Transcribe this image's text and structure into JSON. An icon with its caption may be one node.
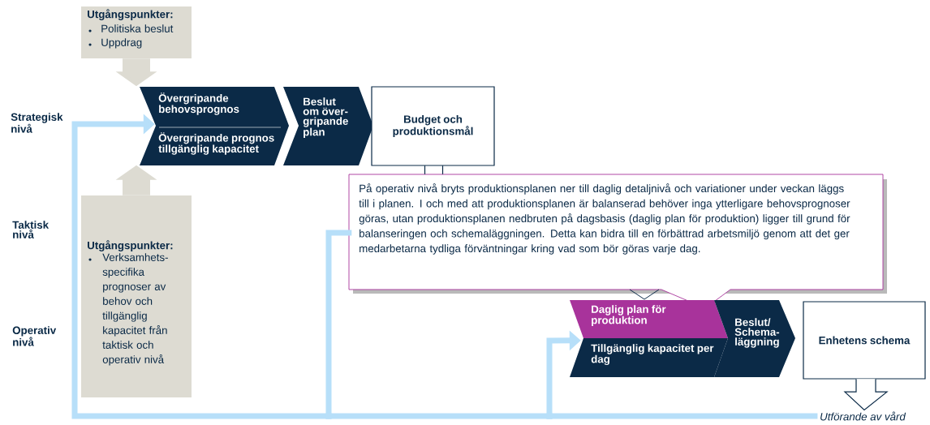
{
  "diagram": {
    "nodes": [
      {
        "text": [
          "Utgångspunkter:",
          "Politiska beslut",
          "Uppdrag"
        ]
      },
      {
        "text": [
          "Övergripande behovsprognos",
          "Övergripande prognos tillgänglig kapacitet"
        ]
      },
      {
        "text": [
          "Beslut om över-gripande plan"
        ]
      },
      {
        "text": [
          "Budget och produktionsmål"
        ]
      },
      {
        "text": [
          "Utgångspunkter:",
          "Verksamhets-specifika prognoser av behov och tillgänglig kapacitet från taktisk och operativ nivå"
        ]
      },
      {
        "text": [
          "På operativ nivå bryts produktionsplanen ner till daglig detaljnivå och variationer under veckan läggs till i planen. I och med att produktionsplanen är balanserad behöver inga ytterligare behovsprognoser göras, utan produktionsplanen nedbruten på dagsbasis (daglig plan för produktion) ligger till grund för balanseringen och schemaläggningen. Detta kan bidra till en förbättrad arbetsmiljö genom att det ger medarbetarna tydliga förväntningar kring vad som bör göras varje dag."
        ]
      },
      {
        "text": [
          "Daglig plan för produktion"
        ]
      },
      {
        "text": [
          "Tillgänglig kapacitet per dag"
        ]
      },
      {
        "text": [
          "Beslut/ Schema-läggning"
        ]
      },
      {
        "text": [
          "Enhetens schema"
        ]
      },
      {
        "text": [
          "Utförande av vård"
        ]
      }
    ],
    "edges": [
      {
        "from": 0,
        "to": 1,
        "arrow": "to",
        "style": "thick",
        "color": "#dddbd2"
      },
      {
        "from": 4,
        "to": 1,
        "arrow": "to",
        "style": "thick",
        "color": "#dddbd2"
      },
      {
        "from": 9,
        "to": 10,
        "arrow": "to",
        "style": "thick"
      },
      {
        "from": 10,
        "to": 1,
        "arrow": "to",
        "color": "#b7dff9"
      },
      {
        "from": 10,
        "to": 7,
        "arrow": "to",
        "color": "#b7dff9"
      },
      {
        "from": 5,
        "to": 7,
        "arrow": "to",
        "color": "#b7dff9"
      },
      {
        "from": 3,
        "to": 5,
        "arrow": "none",
        "color": "#0b2a47"
      },
      {
        "from": 3,
        "to": 5,
        "arrow": "none",
        "color": "#0b2a47"
      }
    ],
    "labels": [
      "Strategisk nivå",
      "Taktisk nivå",
      "Operativ nivå"
    ]
  }
}
